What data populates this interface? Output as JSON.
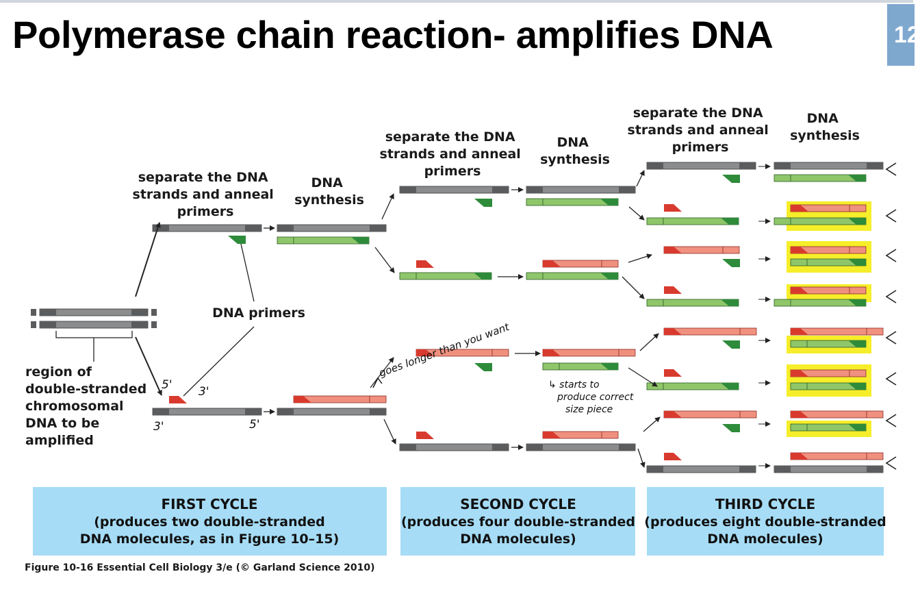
{
  "slide": {
    "title": "Polymerase chain reaction- amplifies DNA",
    "page_number": "12"
  },
  "labels": {
    "separate_lines": [
      "separate the DNA",
      "strands and anneal",
      "primers"
    ],
    "synthesis_lines": [
      "DNA",
      "synthesis"
    ],
    "dna_primers": "DNA primers",
    "region_lines": [
      "region of",
      "double-stranded",
      "chromosomal",
      "DNA to be",
      "amplified"
    ]
  },
  "cycles": [
    {
      "title": "FIRST CYCLE",
      "lines": [
        "(produces two double-stranded",
        "DNA molecules, as in Figure 10–15)"
      ]
    },
    {
      "title": "SECOND CYCLE",
      "lines": [
        "(produces four double-stranded",
        "DNA molecules)"
      ]
    },
    {
      "title": "THIRD CYCLE",
      "lines": [
        "(produces eight double-stranded",
        "DNA molecules)"
      ]
    }
  ],
  "annotations": {
    "prime_ends": [
      "5'",
      "3'",
      "3'",
      "5'"
    ],
    "goes_longer": "goes longer than you want",
    "starts_lines": [
      "↳ starts to",
      "produce correct",
      "size piece"
    ]
  },
  "caption": "Figure 10-16 Essential Cell Biology 3/e (© Garland Science 2010)",
  "colors": {
    "grey_strand": "#8a8c8e",
    "grey_dark": "#5a5c5e",
    "green_strand": "#8fc66a",
    "green_primer": "#2e8b3a",
    "red_strand": "#f0907f",
    "red_primer": "#d93a2e",
    "cycle_box": "#a6dcf6",
    "highlight": "#f6ee2a"
  }
}
